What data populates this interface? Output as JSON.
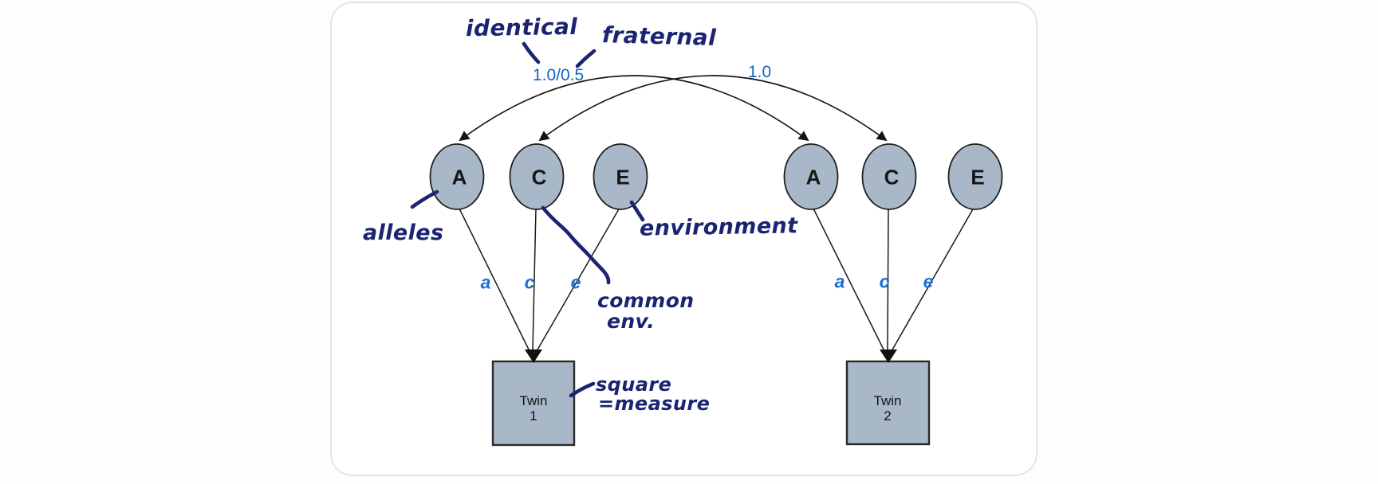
{
  "diagram": {
    "type": "ACE twin path model",
    "twins": [
      {
        "name": "twin-1",
        "latents": [
          "A",
          "C",
          "E"
        ],
        "path_labels": [
          "a",
          "c",
          "e"
        ],
        "observed": {
          "line1": "Twin",
          "line2": "1"
        }
      },
      {
        "name": "twin-2",
        "latents": [
          "A",
          "C",
          "E"
        ],
        "path_labels": [
          "a",
          "c",
          "e"
        ],
        "observed": {
          "line1": "Twin",
          "line2": "2"
        }
      }
    ],
    "correlations": [
      {
        "between": "A-A",
        "label": "1.0/0.5"
      },
      {
        "between": "C-C",
        "label": "1.0"
      }
    ]
  },
  "annotations": {
    "identical": "identical",
    "fraternal": "fraternal",
    "alleles": "alleles",
    "environment": "environment",
    "common_env": {
      "line1": "common",
      "line2": "env."
    },
    "square_note": {
      "line1": "square",
      "line2": "=measure"
    }
  },
  "colors": {
    "node_fill": "#a9b8c8",
    "node_stroke": "#1f1f1f",
    "blue_labels": "#1565c0",
    "coef_blue": "#1a6fd4",
    "handwriting_navy": "#1a2472"
  }
}
